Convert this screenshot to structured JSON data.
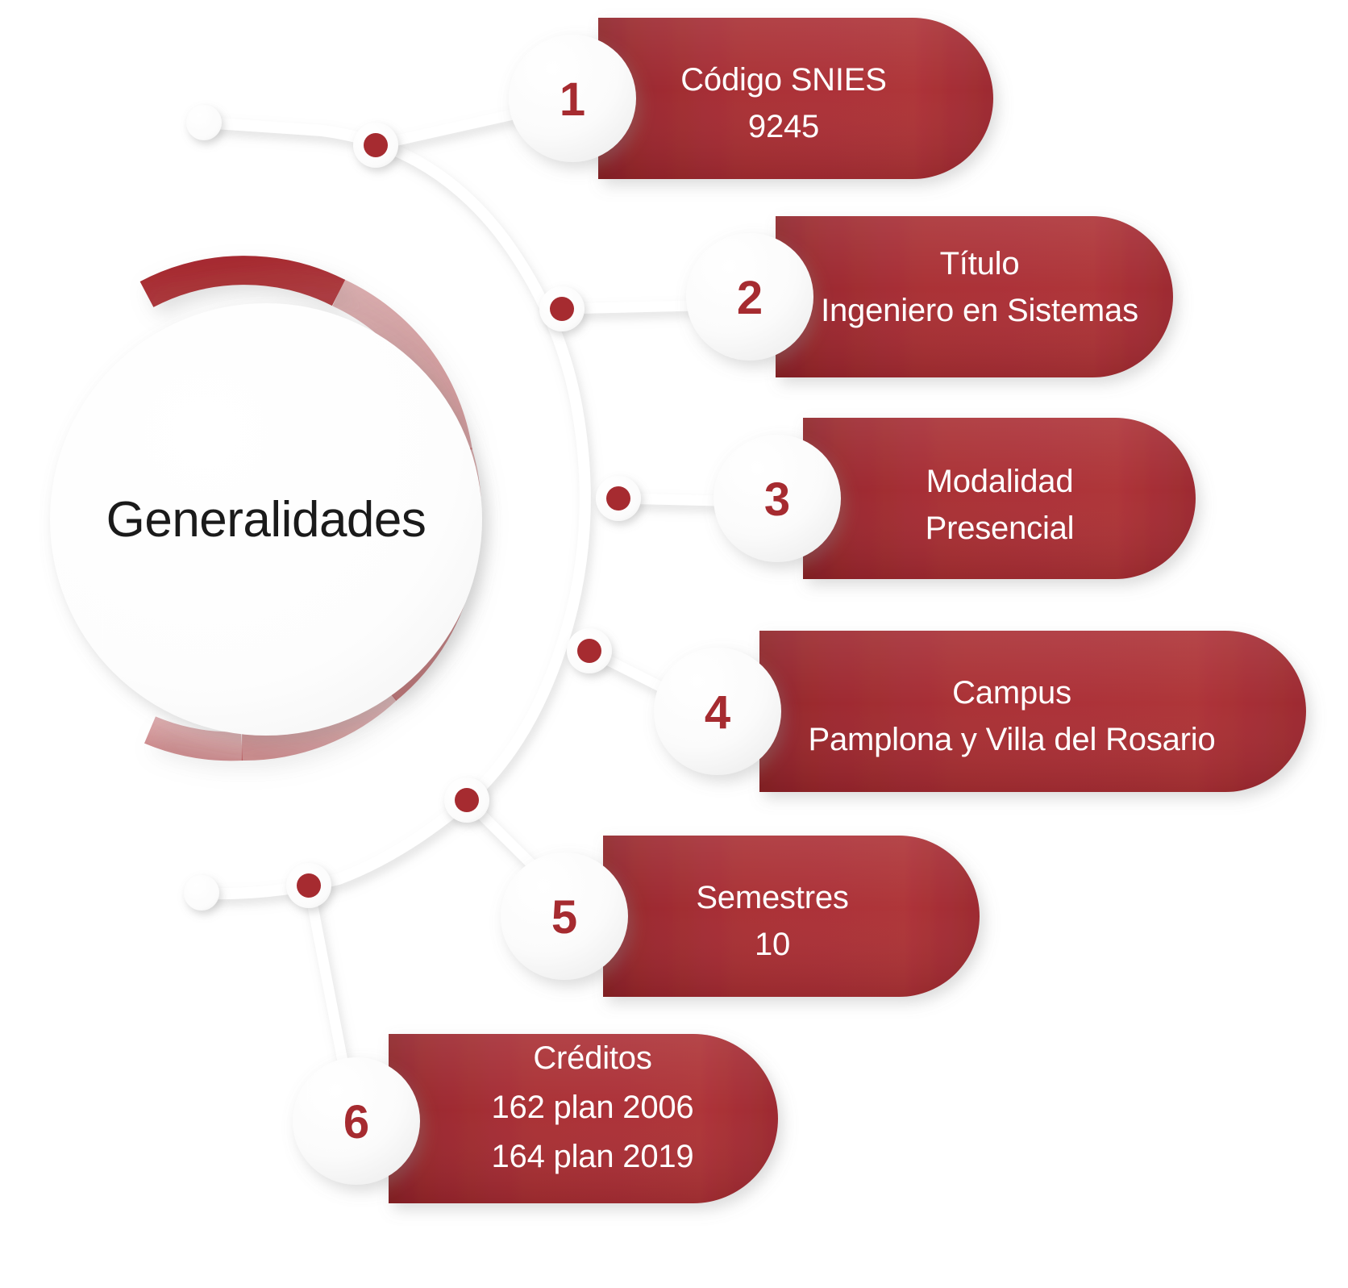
{
  "center": {
    "title": "Generalidades",
    "ring_color": "#A62B30"
  },
  "theme": {
    "pill_red": "#A62B30",
    "pill_red_dark": "#8E2228",
    "pill_red_light": "#B33B40",
    "number_red": "#A62B30",
    "connector_white": "#FFFFFF",
    "background": "#FFFFFF",
    "text_on_pill": "#FFFFFF",
    "center_text": "#1A1A1A"
  },
  "items": [
    {
      "number": "1",
      "lines": [
        "Código SNIES",
        "9245"
      ],
      "name": "codigo-snies"
    },
    {
      "number": "2",
      "lines": [
        "Título",
        "Ingeniero en Sistemas"
      ],
      "name": "titulo"
    },
    {
      "number": "3",
      "lines": [
        "Modalidad",
        "Presencial"
      ],
      "name": "modalidad"
    },
    {
      "number": "4",
      "lines": [
        "Campus",
        "Pamplona y Villa del Rosario"
      ],
      "name": "campus"
    },
    {
      "number": "5",
      "lines": [
        "Semestres",
        "10"
      ],
      "name": "semestres"
    },
    {
      "number": "6",
      "lines": [
        "Créditos",
        "162 plan 2006",
        "164 plan 2019"
      ],
      "name": "creditos"
    }
  ]
}
